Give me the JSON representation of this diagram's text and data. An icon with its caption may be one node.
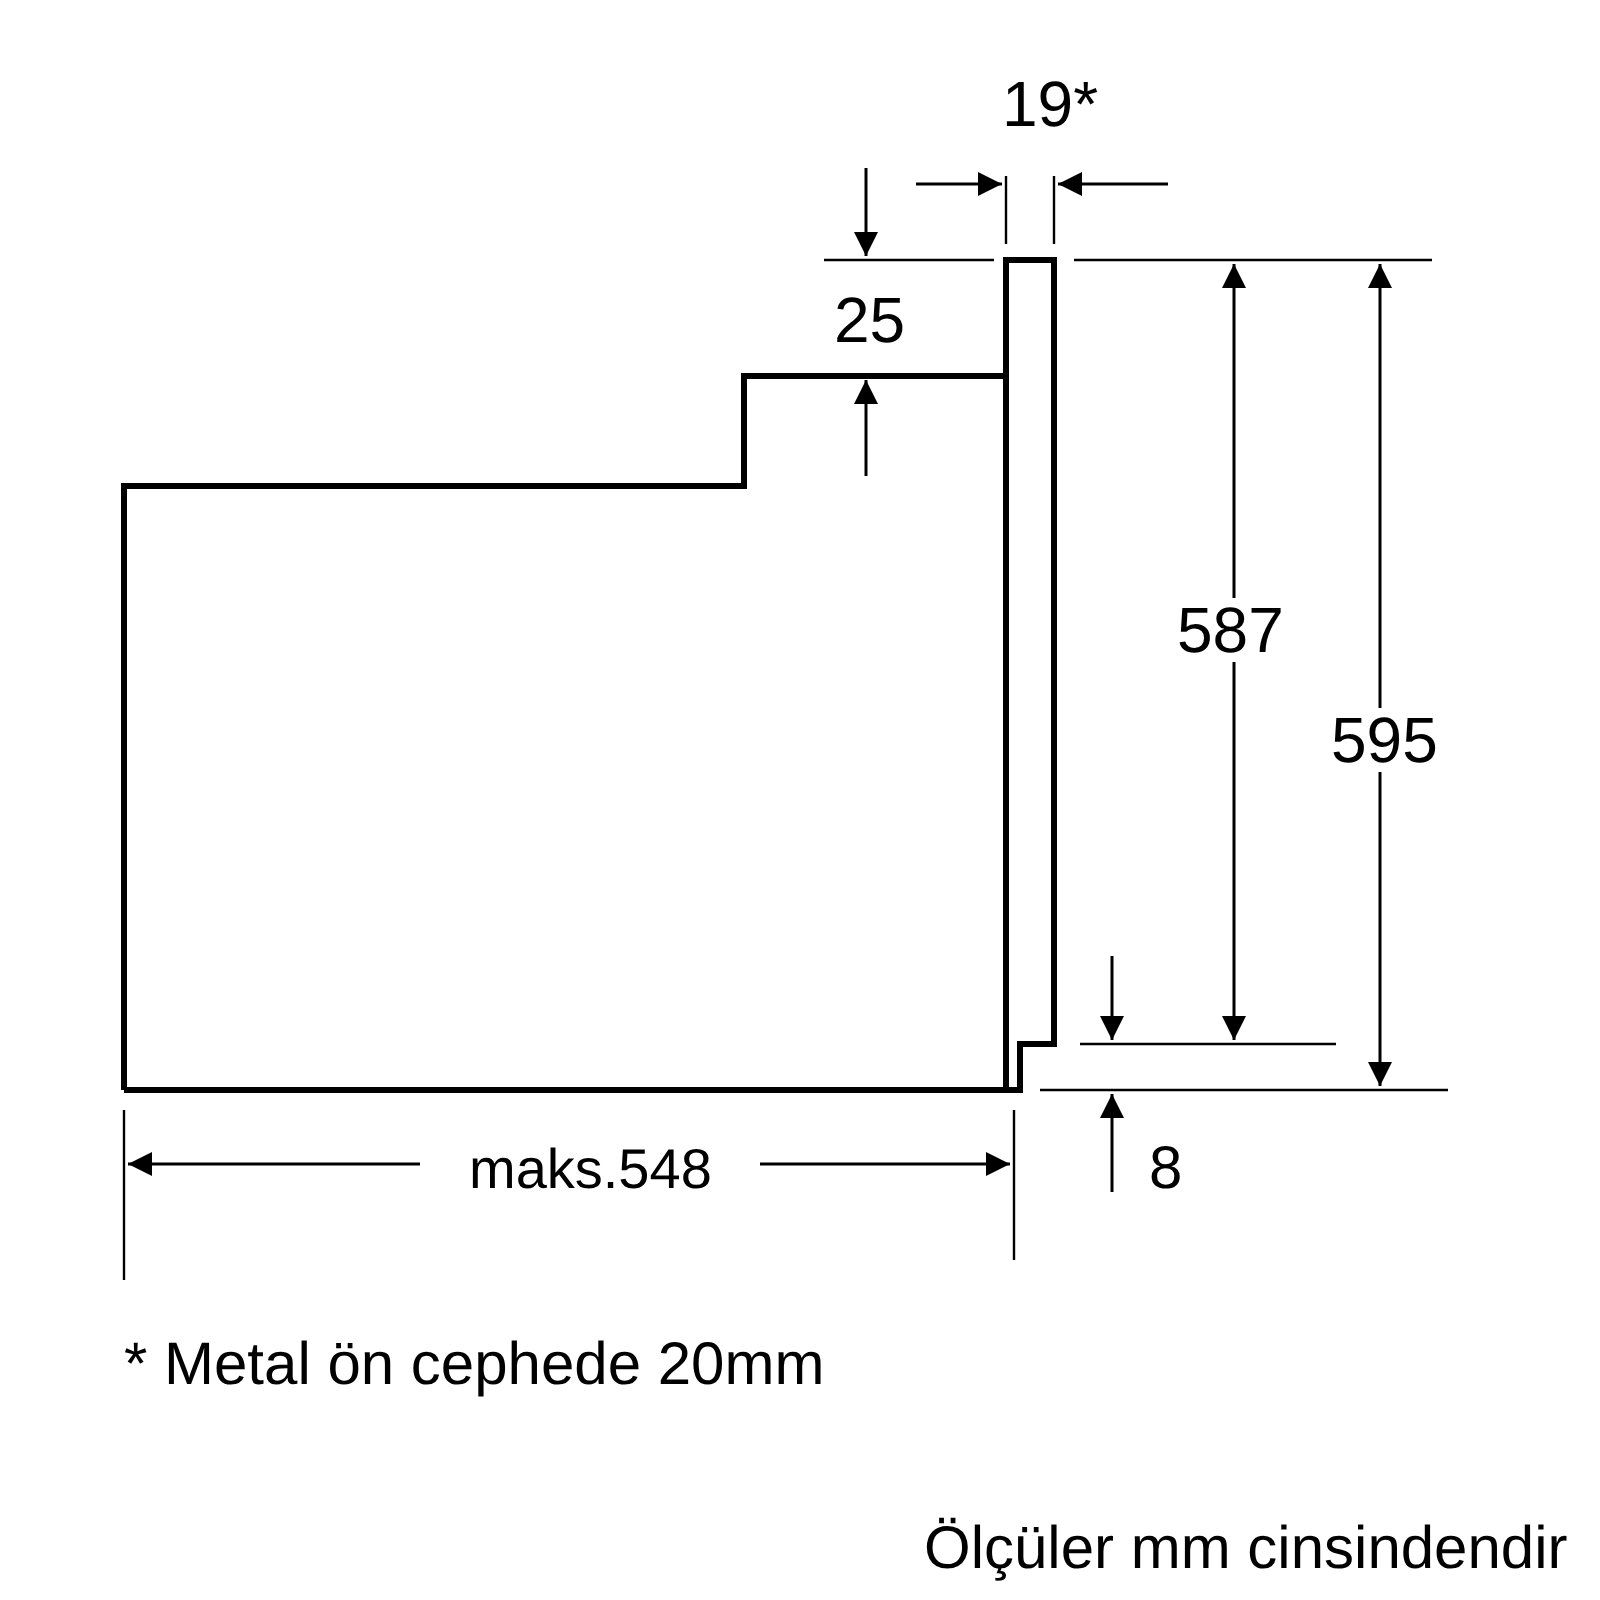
{
  "diagram": {
    "labels": [
      "19*",
      "25",
      "587",
      "595",
      "maks.548",
      "8",
      "* Metal ön cephede 20mm",
      "Ölçüler mm cinsindendir"
    ]
  }
}
